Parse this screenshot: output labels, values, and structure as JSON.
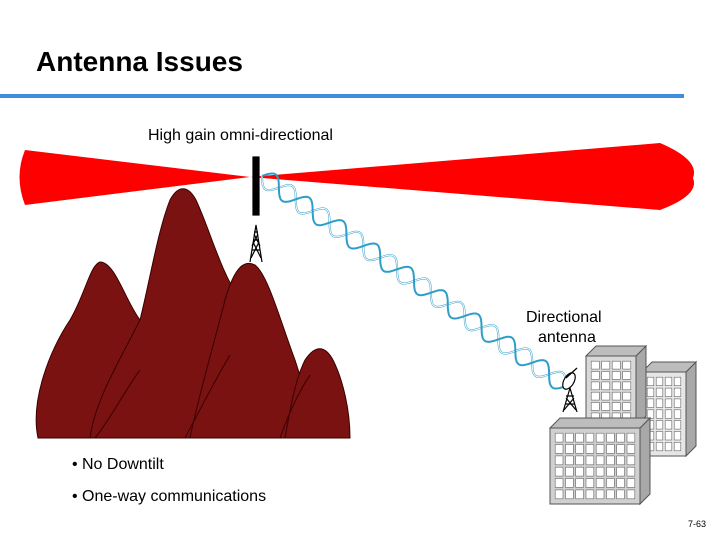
{
  "slide": {
    "title": "Antenna Issues",
    "labels": {
      "omni": "High gain omni-directional",
      "directional_line1": "Directional",
      "directional_line2": "antenna"
    },
    "bullets": [
      {
        "marker": "•",
        "text": "No Downtilt"
      },
      {
        "marker": "•",
        "text": "One-way communications"
      }
    ],
    "page_number": "7-63"
  },
  "colors": {
    "accent_rule": "#3c8fdc",
    "beam": "#ff0000",
    "mountain": "#7a1212",
    "wave": "#2e9ec9",
    "building": "#d9d9d9"
  },
  "icons": [
    "radio-tower-icon",
    "dish-antenna-icon",
    "building-icon"
  ]
}
